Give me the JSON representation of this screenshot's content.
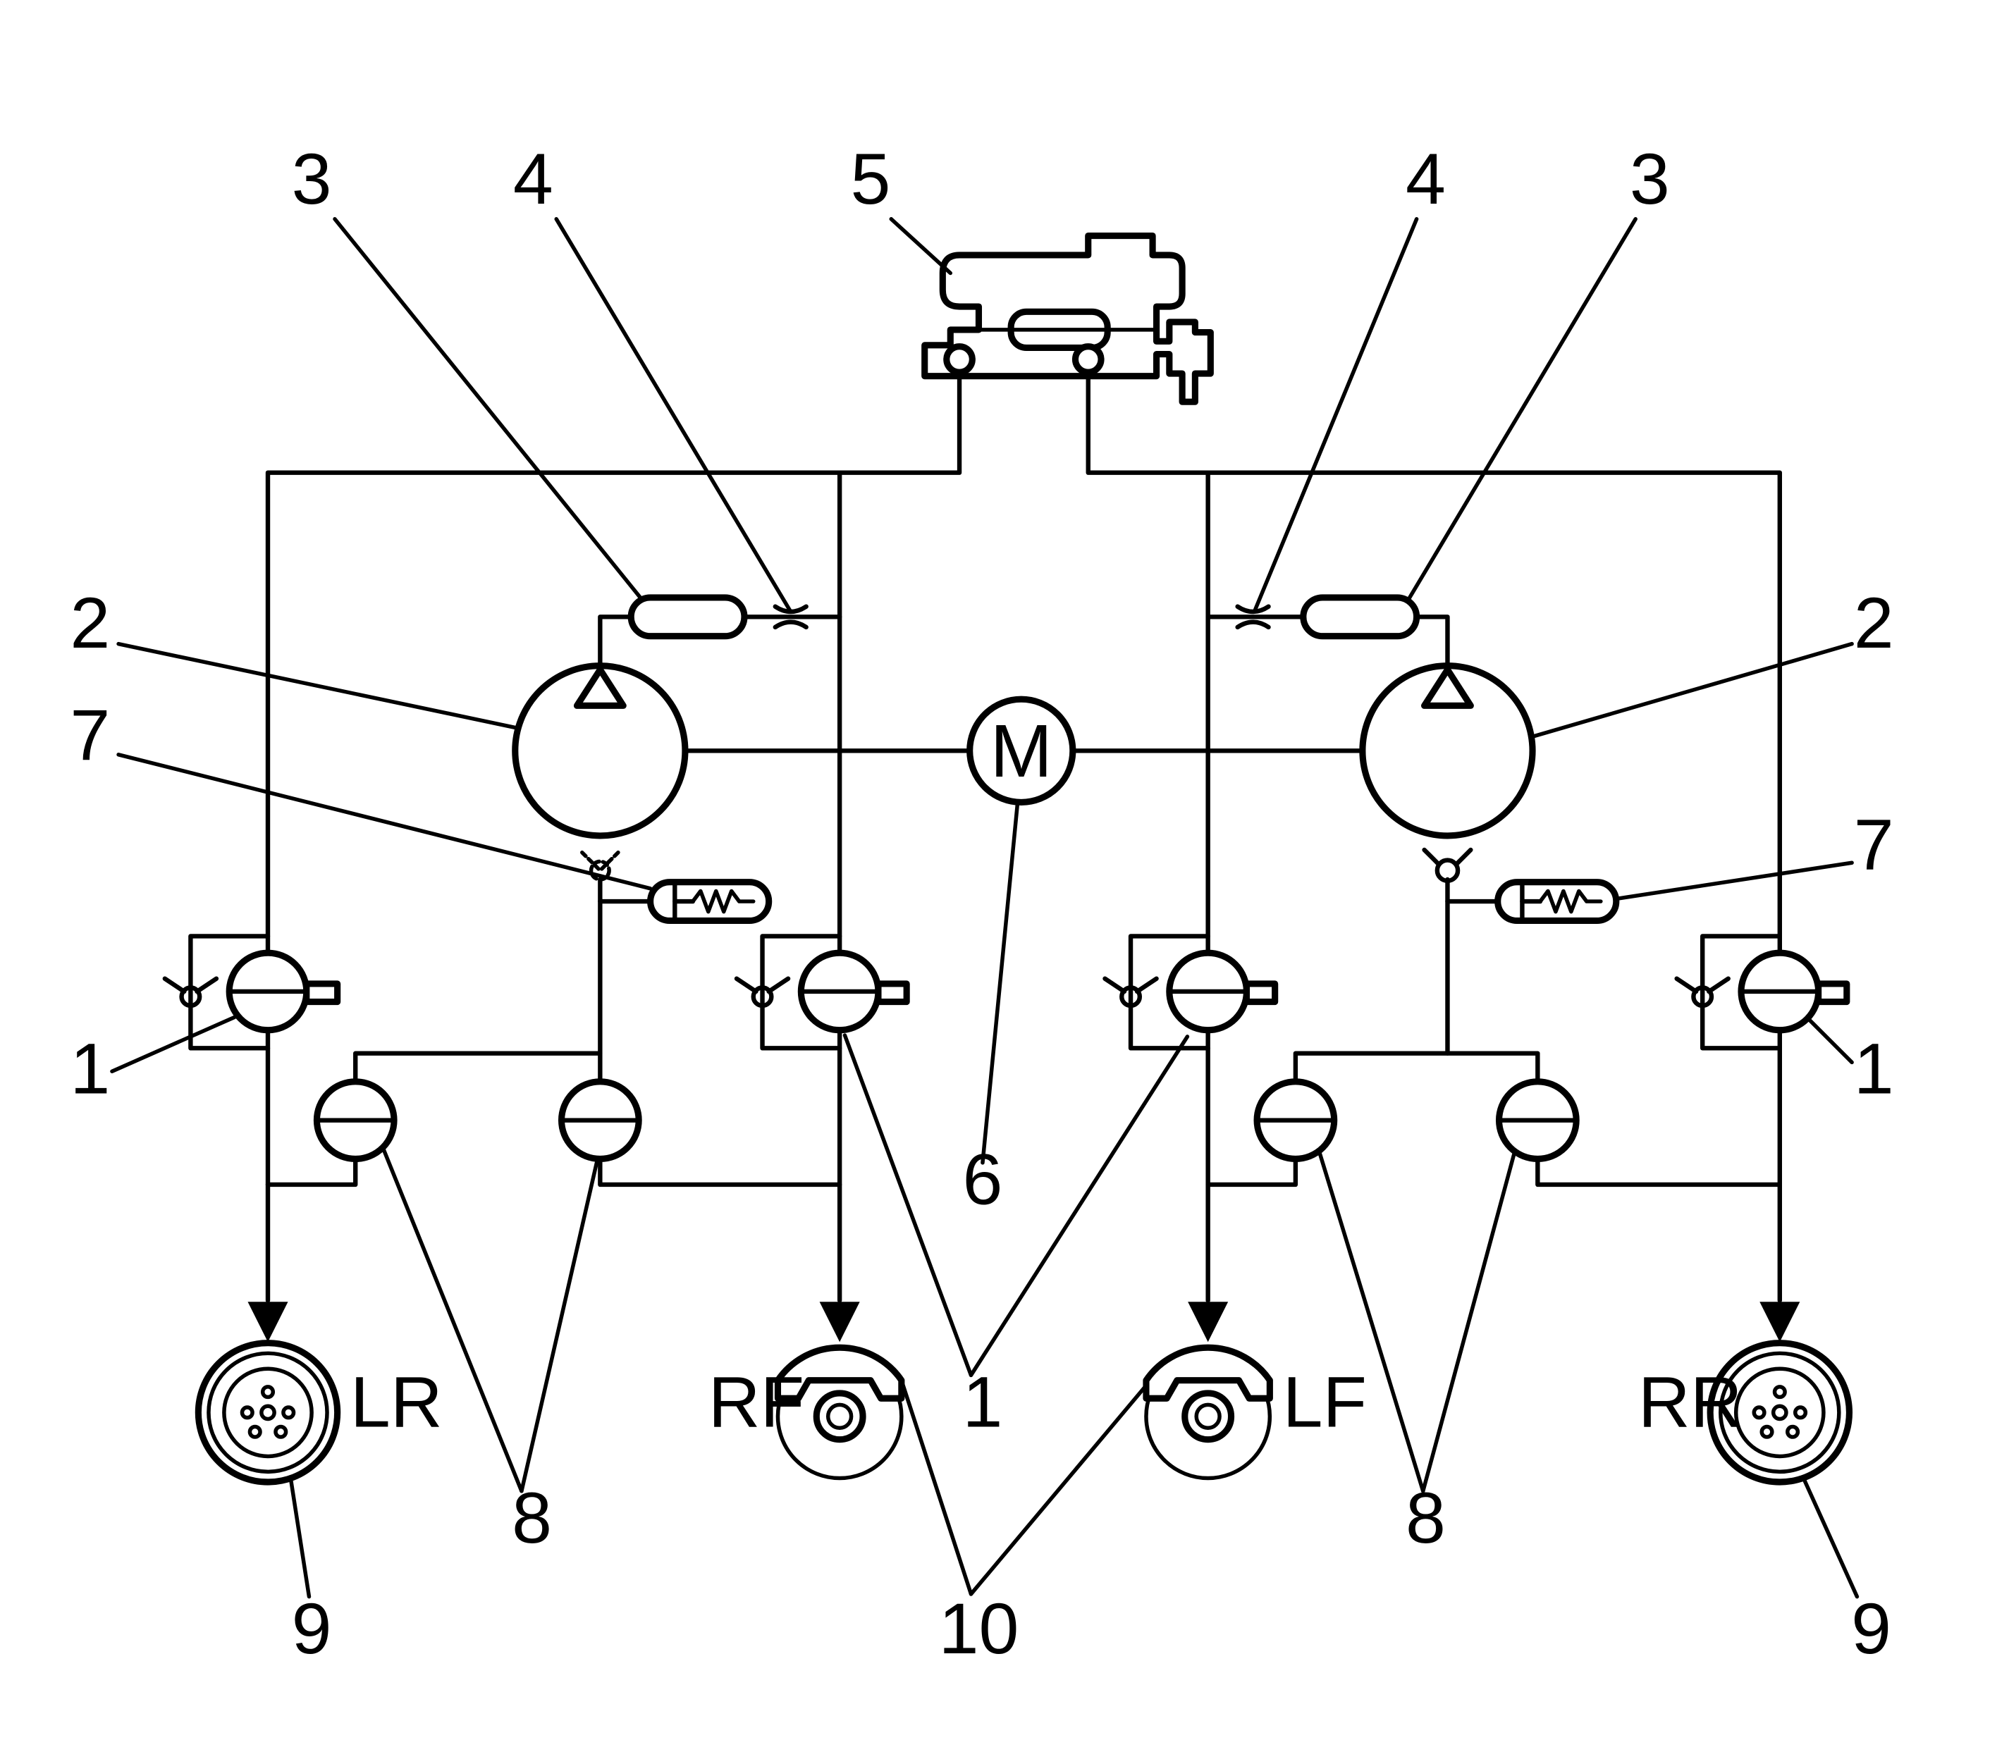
{
  "diagram": {
    "callouts": {
      "c1_left": "1",
      "c1_center": "1",
      "c1_right": "1",
      "c2_left": "2",
      "c2_right": "2",
      "c3_left": "3",
      "c3_right": "3",
      "c4_left": "4",
      "c4_right": "4",
      "c5": "5",
      "c6": "6",
      "c7_left": "7",
      "c7_right": "7",
      "c8_left": "8",
      "c8_right": "8",
      "c9_left": "9",
      "c9_right": "9",
      "c10": "10"
    },
    "wheels": {
      "lr": "LR",
      "rf": "RF",
      "lf": "LF",
      "rr": "RR"
    },
    "motor_symbol": "M"
  }
}
